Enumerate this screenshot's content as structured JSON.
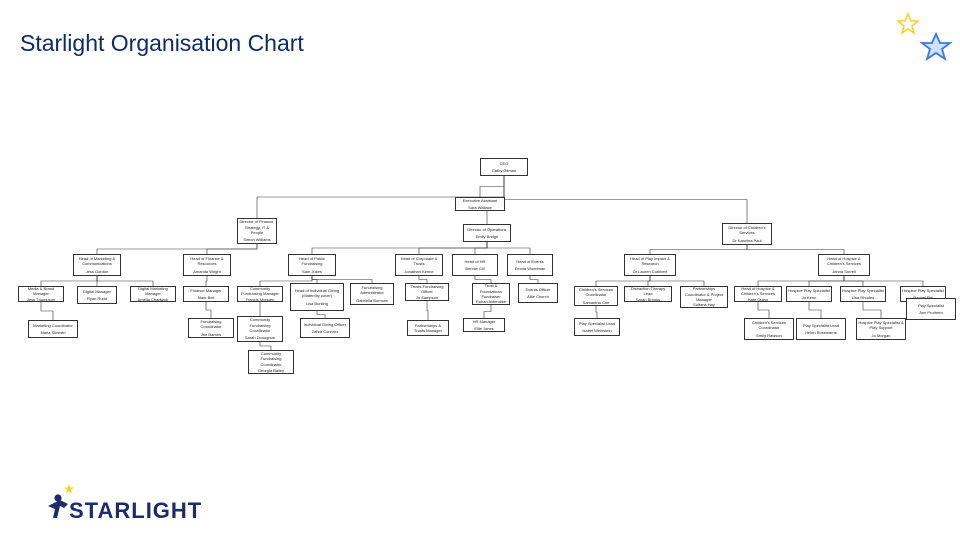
{
  "title": "Starlight Organisation Chart",
  "brand": {
    "wordmark": "STARLIGHT",
    "star_yellow": "#f5d22e",
    "star_blue": "#3a7bd5",
    "navy": "#1d2a6b"
  },
  "colors": {
    "title": "#0d2a6b",
    "line": "#333333"
  },
  "nodes": [
    {
      "id": "ceo",
      "title": "CEO",
      "name": "Cathy Gilman"
    },
    {
      "id": "ea",
      "title": "Executive Assistant",
      "name": "Sara Wallace"
    },
    {
      "id": "dfin",
      "title": "Director of Finance, Strategy, IT & People",
      "name": "Simon Williams"
    },
    {
      "id": "dops",
      "title": "Director of Operations",
      "name": "Emily Bridge"
    },
    {
      "id": "dcs",
      "title": "Director of Children's Services",
      "name": "Dr Karolina Paul"
    },
    {
      "id": "hmc",
      "title": "Head of Marketing & Communications",
      "name": "Jess Gordon"
    },
    {
      "id": "hfin",
      "title": "Head of Finance & Resources",
      "name": "Amanda Wright"
    },
    {
      "id": "hpf",
      "title": "Head of Public Fundraising",
      "name": "Sam Jukes"
    },
    {
      "id": "hcp",
      "title": "Head of Corporate & Trusts",
      "name": "Jonathan Kenne"
    },
    {
      "id": "hhr",
      "title": "Head of HR",
      "name": "Bennie Gill"
    },
    {
      "id": "hev",
      "title": "Head of Events",
      "name": "Emma Woodman"
    },
    {
      "id": "hpi",
      "title": "Head of Play Impact & Research",
      "name": "Dr Lauren Cuthbert"
    },
    {
      "id": "hcps",
      "title": "Head of Hospice & Children's Services",
      "name": "Jenna Sorrell"
    },
    {
      "id": "mbm",
      "title": "Media & Brand Manager",
      "name": "Jess Thompson"
    },
    {
      "id": "digm",
      "title": "Digital Manager",
      "name": "Ryan Rudd"
    },
    {
      "id": "mkm",
      "title": "Digital Marketing Manager",
      "name": "Amelia Chadwick"
    },
    {
      "id": "mcm",
      "title": "Marketing Coordinator",
      "name": "Maria Silvestri"
    },
    {
      "id": "fin",
      "title": "Finance Manager",
      "name": "Mark Bell"
    },
    {
      "id": "fcoord",
      "title": "Fundraising Coordinator",
      "name": "Joe Barrow"
    },
    {
      "id": "cp1",
      "title": "Community Fundraising Manager",
      "name": "Francis Moguen"
    },
    {
      "id": "cp2",
      "title": "Community Fundraising Coordinator",
      "name": "Sarah Donoghue"
    },
    {
      "id": "cp3",
      "title": "Community Fundraising Coordinator",
      "name": "Georgia Bailey"
    },
    {
      "id": "ig",
      "title": "Head of Individual Giving (Maternity cover)",
      "name": "Lisa Bunting"
    },
    {
      "id": "cf",
      "title": "Fundraising Administrator",
      "name": "Gabriella Burrows"
    },
    {
      "id": "sp",
      "title": "Individual Giving Officer",
      "name": "Zahra Connors"
    },
    {
      "id": "tf",
      "title": "Trusts Fundraising Officer",
      "name": "Jo Sampson"
    },
    {
      "id": "tfm",
      "title": "Partnerships & Trusts Manager",
      "name": ""
    },
    {
      "id": "ctf",
      "title": "Trust & Foundations Fundraiser",
      "name": "Rohan Aldendike"
    },
    {
      "id": "hrm",
      "title": "HR Manager",
      "name": "Ellie Jones"
    },
    {
      "id": "evo",
      "title": "Events Officer",
      "name": "Alfie Church"
    },
    {
      "id": "cc",
      "title": "Children's Services Coordinator",
      "name": "Samantha Coe"
    },
    {
      "id": "ps",
      "title": "Play Specialist Lead",
      "name": "Isabel Weinstein"
    },
    {
      "id": "dpl",
      "title": "Distraction Therapy Lead",
      "name": "Sarah Brooks"
    },
    {
      "id": "pcp",
      "title": "Partnerships Coordinator & Project Manager",
      "name": "Sultana Hay"
    },
    {
      "id": "ha1",
      "title": "Head of Hospice & Children's Services",
      "name": "Kate Quinn"
    },
    {
      "id": "hps1",
      "title": "Hospice Play Specialist",
      "name": "Jo Kenn"
    },
    {
      "id": "hps2",
      "title": "Hospice Play Specialist",
      "name": "Lisa Rhodes"
    },
    {
      "id": "hps3",
      "title": "Hospice Play Specialist",
      "name": "Rachel Pitt"
    },
    {
      "id": "cw1",
      "title": "Children's Services Coordinator",
      "name": "Emily Rawson"
    },
    {
      "id": "cw2",
      "title": "Play Specialist Lead",
      "name": "Helen Rosewarne"
    },
    {
      "id": "cw3",
      "title": "Hospice Play Specialist & Play Support",
      "name": "Jo Morgan"
    },
    {
      "id": "cw4",
      "title": "Play Specialist",
      "name": "Ann Prothero"
    }
  ]
}
